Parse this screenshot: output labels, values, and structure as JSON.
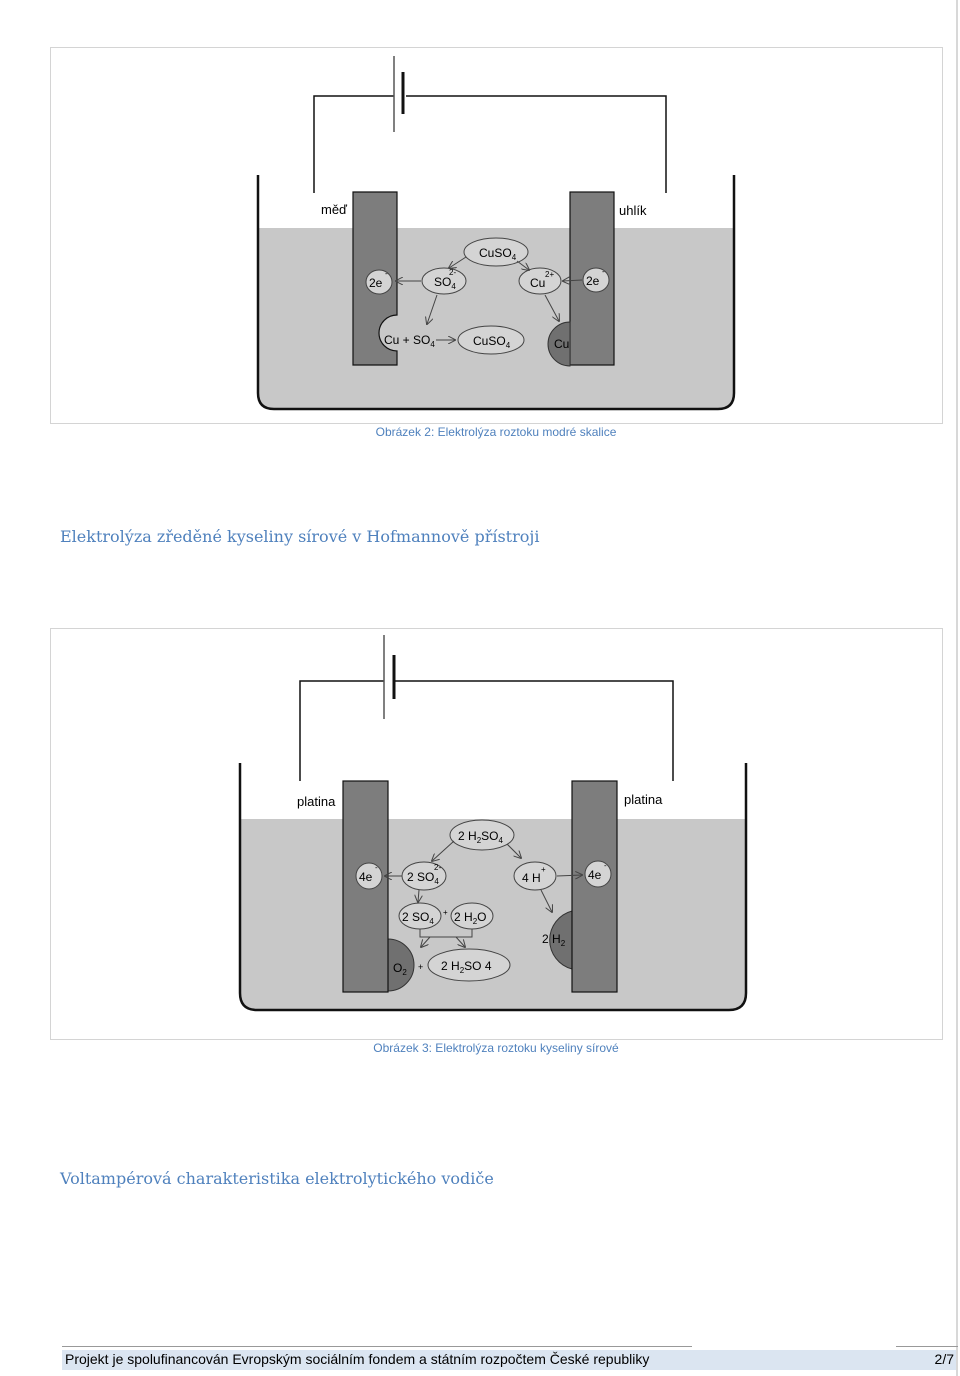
{
  "figure2": {
    "caption": "Obrázek 2: Elektrolýza roztoku modré skalice",
    "electrode_left": "měď",
    "electrode_right": "uhlík",
    "ion_top": "CuSO",
    "ion_top_sub": "4",
    "ion_so": "SO",
    "ion_so_sub": "4",
    "ion_so_sup": "2-",
    "ion_cu": "Cu",
    "ion_cu_sup": "2+",
    "electrons_left": "2e",
    "electrons_left_sup": "-",
    "electrons_right": "2e",
    "electrons_right_sup": "-",
    "reaction_left": "Cu + SO",
    "reaction_left_sub": "4",
    "product": "CuSO",
    "product_sub": "4",
    "deposit": "Cu"
  },
  "section1": {
    "heading": "Elektrolýza zředěné kyseliny sírové v Hofmannově přístroji"
  },
  "figure3": {
    "caption": "Obrázek 3: Elektrolýza roztoku kyseliny sírové",
    "electrode_left": "platina",
    "electrode_right": "platina",
    "ion_top": "2 H",
    "ion_top_sub": "2",
    "ion_top_rest": "SO",
    "ion_top_sub2": "4",
    "ion_so": "2 SO",
    "ion_so_sub": "4",
    "ion_so_sup": "2-",
    "ion_h": "4 H",
    "ion_h_sup": "+",
    "electrons_left": "4e",
    "electrons_left_sup": "-",
    "electrons_right": "4e",
    "electrons_right_sup": "-",
    "mid_left": "2 SO",
    "mid_left_sub": "4",
    "plus": "+",
    "mid_right": "2 H",
    "mid_right_sub": "2",
    "mid_right_rest": "O",
    "gas_left": "O",
    "gas_left_sub": "2",
    "plus2": "+",
    "product": "2 H",
    "product_sub": "2",
    "product_rest": "SO 4",
    "gas_right": "2 H",
    "gas_right_sub": "2"
  },
  "section2": {
    "heading": "Voltampérová charakteristika elektrolytického vodiče"
  },
  "footer": {
    "text": "Projekt je spolufinancován Evropským sociálním fondem a státním rozpočtem České republiky",
    "page": "2/7"
  }
}
